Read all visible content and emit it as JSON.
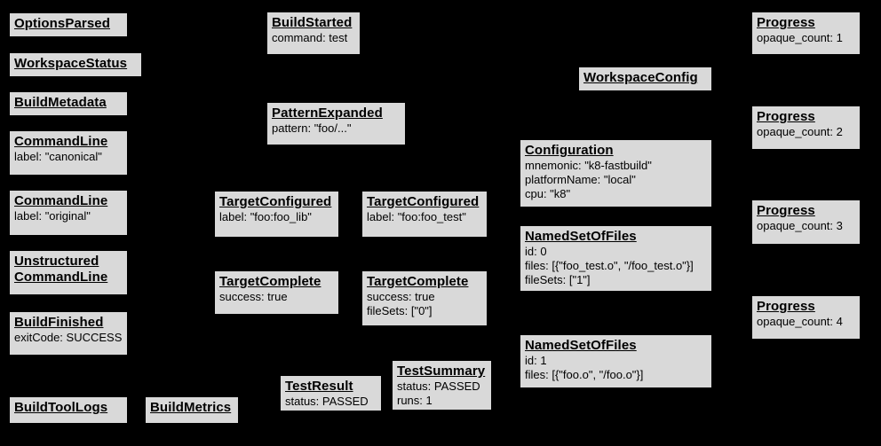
{
  "diagram": {
    "description": "Bazel Build Event Protocol event graph",
    "colors": {
      "background": "#000000",
      "box_fill": "#d9d9d9",
      "box_border": "#000000",
      "text": "#000000"
    },
    "boxes": {
      "optionsParsed": {
        "title": "OptionsParsed"
      },
      "workspaceStatus": {
        "title": "WorkspaceStatus"
      },
      "buildMetadata": {
        "title": "BuildMetadata"
      },
      "commandLineCanonical": {
        "title": "CommandLine",
        "lines": [
          "label: \"canonical\""
        ]
      },
      "commandLineOriginal": {
        "title": "CommandLine",
        "lines": [
          "label: \"original\""
        ]
      },
      "unstructuredCommandLine": {
        "title": "Unstructured",
        "title2": "CommandLine"
      },
      "buildFinished": {
        "title": "BuildFinished",
        "lines": [
          "exitCode: SUCCESS"
        ]
      },
      "buildToolLogs": {
        "title": "BuildToolLogs"
      },
      "buildMetrics": {
        "title": "BuildMetrics"
      },
      "buildStarted": {
        "title": "BuildStarted",
        "lines": [
          "command: test"
        ]
      },
      "patternExpanded": {
        "title": "PatternExpanded",
        "lines": [
          "pattern: \"foo/...\""
        ]
      },
      "targetConfiguredLib": {
        "title": "TargetConfigured",
        "lines": [
          "label: \"foo:foo_lib\""
        ]
      },
      "targetConfiguredTest": {
        "title": "TargetConfigured",
        "lines": [
          "label: \"foo:foo_test\""
        ]
      },
      "targetCompleteLib": {
        "title": "TargetComplete",
        "lines": [
          "success: true"
        ]
      },
      "targetCompleteTest": {
        "title": "TargetComplete",
        "lines": [
          "success: true",
          "fileSets: [\"0\"]"
        ]
      },
      "testResult": {
        "title": "TestResult",
        "lines": [
          "status: PASSED"
        ]
      },
      "testSummary": {
        "title": "TestSummary",
        "lines": [
          "status: PASSED",
          "runs: 1"
        ]
      },
      "workspaceConfig": {
        "title": "WorkspaceConfig"
      },
      "configuration": {
        "title": "Configuration",
        "lines": [
          "mnemonic: \"k8-fastbuild\"",
          "platformName: \"local\"",
          "cpu: \"k8\""
        ]
      },
      "namedSetOfFiles0": {
        "title": "NamedSetOfFiles",
        "lines": [
          "id: 0",
          "files: [{\"foo_test.o\", \"/foo_test.o\"}]",
          "fileSets: [\"1\"]"
        ]
      },
      "namedSetOfFiles1": {
        "title": "NamedSetOfFiles",
        "lines": [
          "id: 1",
          "files: [{\"foo.o\", \"/foo.o\"}]"
        ]
      },
      "progress1": {
        "title": "Progress",
        "lines": [
          "opaque_count: 1"
        ]
      },
      "progress2": {
        "title": "Progress",
        "lines": [
          "opaque_count: 2"
        ]
      },
      "progress3": {
        "title": "Progress",
        "lines": [
          "opaque_count: 3"
        ]
      },
      "progress4": {
        "title": "Progress",
        "lines": [
          "opaque_count: 4"
        ]
      }
    }
  }
}
